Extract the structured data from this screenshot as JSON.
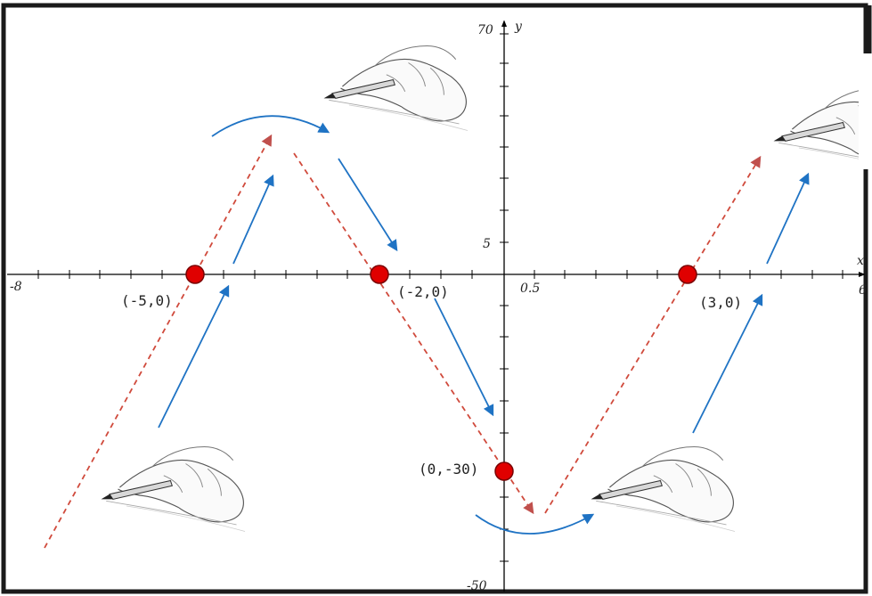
{
  "axes": {
    "x_label": "x",
    "y_label": "y",
    "x_min_label": "-8",
    "x_max_label": "6",
    "x_scale_label": "0.5",
    "y_top_label": "70",
    "y_mid_label": "5",
    "y_bottom_label": "-50"
  },
  "points": [
    {
      "label": "(-5,0)",
      "x": -5,
      "y": 0
    },
    {
      "label": "(-2,0)",
      "x": -2,
      "y": 0
    },
    {
      "label": "(3,0)",
      "x": 3,
      "y": 0
    },
    {
      "label": "(0,-30)",
      "x": 0,
      "y": -30
    }
  ],
  "colors": {
    "axis": "#000000",
    "dashed_path": "#d04a3c",
    "arrows": "#1f73c4",
    "point_fill": "#e00000",
    "point_stroke": "#7a0000"
  },
  "illustrations": [
    "hand-with-pencil-icon"
  ]
}
